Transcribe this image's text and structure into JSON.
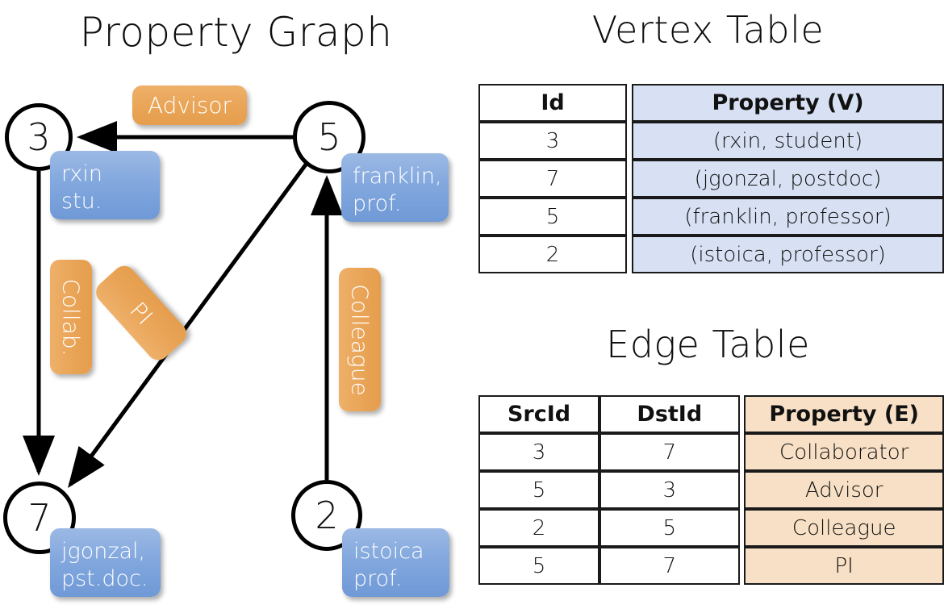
{
  "titles": {
    "property_graph": "Property Graph",
    "vertex_table": "Vertex Table",
    "edge_table": "Edge Table"
  },
  "colors": {
    "vertex_property_fill": "#d7e1f3",
    "edge_property_fill": "#f7e0c5",
    "node_chip_blue": "#83a8de",
    "edge_chip_orange": "#e9a457",
    "stroke": "#000000"
  },
  "graph": {
    "nodes": [
      {
        "id": "3",
        "property": "rxin\nstu."
      },
      {
        "id": "5",
        "property": "franklin,\nprof."
      },
      {
        "id": "7",
        "property": "jgonzal,\npst.doc."
      },
      {
        "id": "2",
        "property": "istoica\nprof."
      }
    ],
    "edge_labels": [
      {
        "name": "advisor",
        "label": "Advisor"
      },
      {
        "name": "collab",
        "label": "Collab."
      },
      {
        "name": "pi",
        "label": "PI"
      },
      {
        "name": "colleague",
        "label": "Colleague"
      }
    ],
    "edges": [
      {
        "from": "5",
        "to": "3",
        "label": "Advisor"
      },
      {
        "from": "3",
        "to": "7",
        "label": "Collab."
      },
      {
        "from": "5",
        "to": "7",
        "label": "PI"
      },
      {
        "from": "2",
        "to": "5",
        "label": "Colleague"
      }
    ]
  },
  "vertex_table": {
    "headers": [
      "Id",
      "Property (V)"
    ],
    "rows": [
      {
        "id": "3",
        "property": "(rxin, student)"
      },
      {
        "id": "7",
        "property": "(jgonzal, postdoc)"
      },
      {
        "id": "5",
        "property": "(franklin, professor)"
      },
      {
        "id": "2",
        "property": "(istoica, professor)"
      }
    ]
  },
  "edge_table": {
    "headers": [
      "SrcId",
      "DstId",
      "Property (E)"
    ],
    "rows": [
      {
        "src": "3",
        "dst": "7",
        "property": "Collaborator"
      },
      {
        "src": "5",
        "dst": "3",
        "property": "Advisor"
      },
      {
        "src": "2",
        "dst": "5",
        "property": "Colleague"
      },
      {
        "src": "5",
        "dst": "7",
        "property": "PI"
      }
    ]
  }
}
